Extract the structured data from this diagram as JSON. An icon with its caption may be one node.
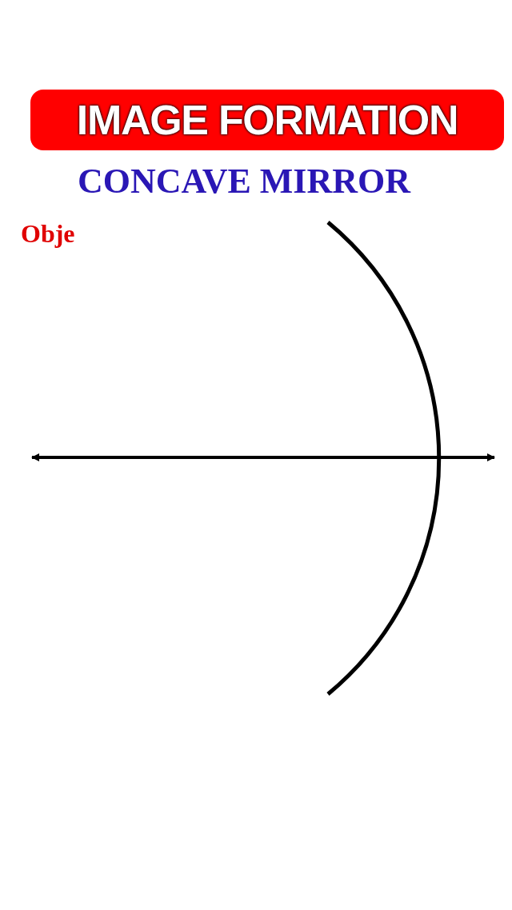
{
  "diagram": {
    "title": "IMAGE FORMATION",
    "labels": [
      "CONCAVE MIRROR",
      "Obje"
    ]
  }
}
